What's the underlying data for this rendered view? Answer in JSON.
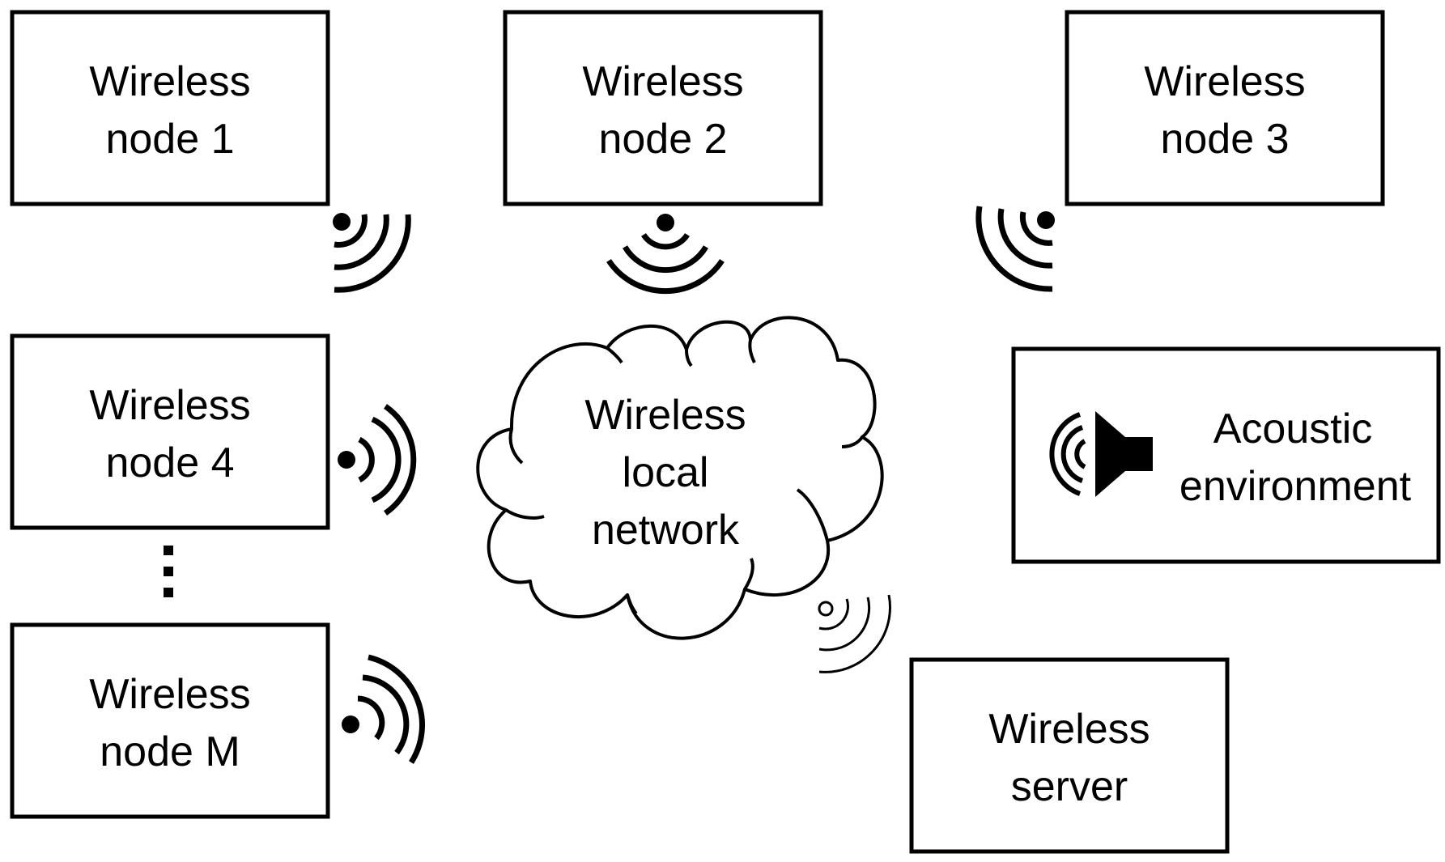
{
  "nodes": [
    {
      "id": "node-1",
      "line1": "Wireless",
      "line2": "node 1"
    },
    {
      "id": "node-2",
      "line1": "Wireless",
      "line2": "node 2"
    },
    {
      "id": "node-3",
      "line1": "Wireless",
      "line2": "node 3"
    },
    {
      "id": "node-4",
      "line1": "Wireless",
      "line2": "node 4"
    },
    {
      "id": "node-m",
      "line1": "Wireless",
      "line2": "node M"
    }
  ],
  "network": {
    "line1": "Wireless",
    "line2": "local",
    "line3": "network"
  },
  "acoustic": {
    "line1": "Acoustic",
    "line2": "environment"
  },
  "server": {
    "line1": "Wireless",
    "line2": "server"
  },
  "icons": {
    "signal": "wireless-signal-icon",
    "speaker": "speaker-icon",
    "ellipsis": "vertical-ellipsis-icon",
    "cloud": "cloud-icon"
  },
  "colors": {
    "stroke": "#000000",
    "background": "#ffffff"
  }
}
